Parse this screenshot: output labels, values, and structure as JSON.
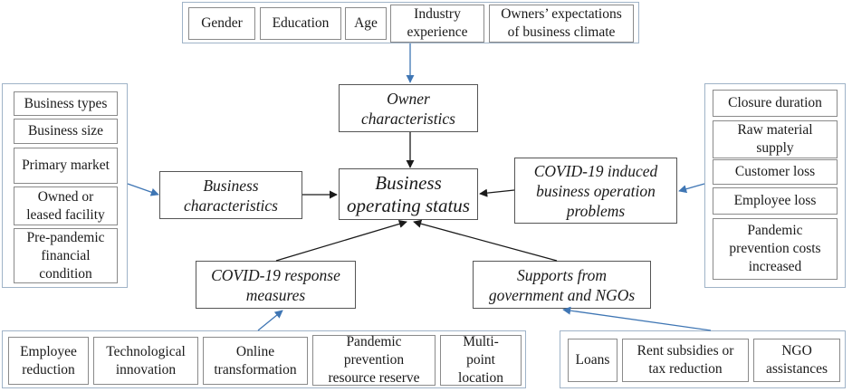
{
  "colors": {
    "blue_arrow": "#3f76b4",
    "black_arrow": "#1a1a1a",
    "group_border": "#9fb3c8"
  },
  "owner_factors": [
    "Gender",
    "Education",
    "Age",
    "Industry\nexperience",
    "Owners’ expectations\nof business climate"
  ],
  "business_factors": [
    "Business types",
    "Business size",
    "Primary market",
    "Owned or\nleased facility",
    "Pre-pandemic\nfinancial\ncondition"
  ],
  "problem_factors": [
    "Closure duration",
    "Raw material\nsupply",
    "Customer loss",
    "Employee loss",
    "Pandemic\nprevention costs\nincreased"
  ],
  "response_factors": [
    "Employee\nreduction",
    "Technological\ninnovation",
    "Online\ntransformation",
    "Pandemic\nprevention\nresource reserve",
    "Multi-\npoint\nlocation"
  ],
  "support_factors": [
    "Loans",
    "Rent subsidies or\ntax reduction",
    "NGO\nassistances"
  ],
  "nodes": {
    "owner": "Owner\ncharacteristics",
    "business": "Business\ncharacteristics",
    "central": "Business\noperating status",
    "problems": "COVID-19 induced\nbusiness operation\nproblems",
    "response": "COVID-19 response\nmeasures",
    "supports": "Supports from\ngovernment and NGOs"
  }
}
